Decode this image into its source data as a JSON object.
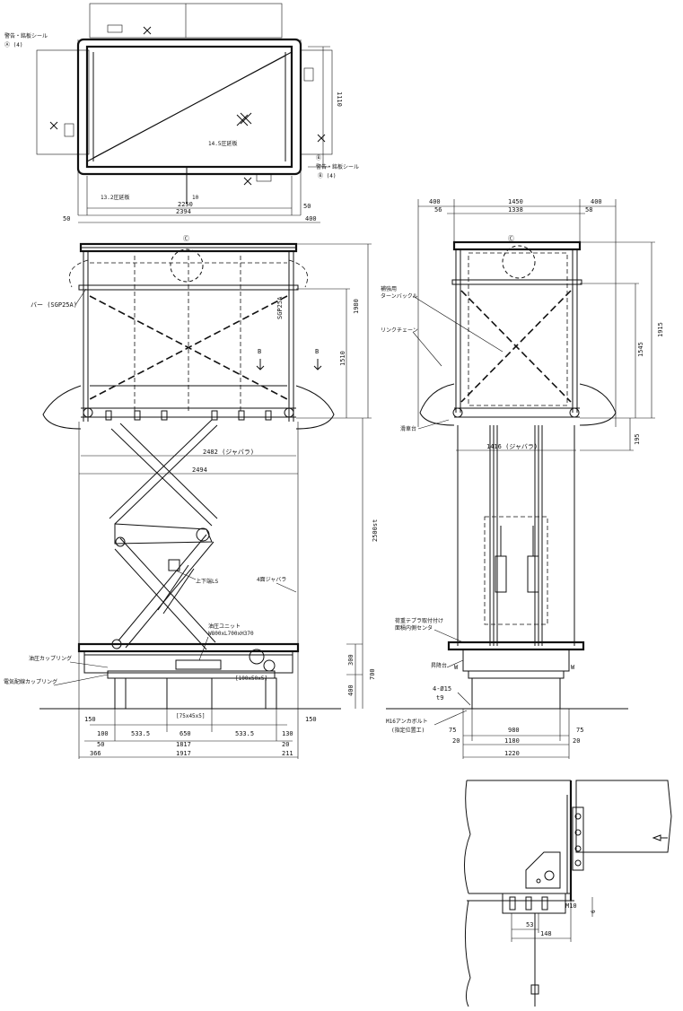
{
  "labels": {
    "seal_a": "警告・銘板シール",
    "seal_a_count": "Ⓐ (4)",
    "seal_b": "警告・銘板シール",
    "seal_b_count": "Ⓑ (4)",
    "circle_a": "Ⓐ",
    "circle_b": "Ⓑ",
    "circle_c": "Ⓒ",
    "grating_14": "14.5圧延板",
    "grating_13": "13.2圧延板",
    "bar": "バー (SGP25A)",
    "sgp": "SGP25A",
    "turnbuckle_1": "補強用",
    "turnbuckle_2": "ターンバックル",
    "link_chain": "リンクチェーン",
    "mark_b": "B",
    "limit_switch": "上下端LS",
    "bellows_4": "4面ジャバラ",
    "hyd_unit": "油圧ユニット",
    "hyd_unit_size": "W800xL700xH370",
    "upper_coupling": "油圧カップリング",
    "lower_coupling": "電気配線カップリング",
    "tube_100": "[100x50x5]",
    "tube_75": "[75x45x5]",
    "tape_1": "荷重テプラ取付付け",
    "tape_2": "面積内側センタ",
    "frame": "昇降台",
    "bolt_a": "4-Ø15",
    "bolt_b": "t9",
    "anchor_1": "M16アンカボルト",
    "anchor_2": "(指定位置工)",
    "roller": "滑車台",
    "mark_w": "W",
    "m10": "M10"
  },
  "dims": {
    "d10": "10",
    "d2250": "2250",
    "d2394": "2394",
    "d50a": "50",
    "d400a": "400",
    "d50b": "50",
    "d1110": "1110",
    "d1980": "1980",
    "d1510": "1510",
    "d2482": "2482 (ジャバラ)",
    "d2494": "2494",
    "d2500": "2500st",
    "d300": "300",
    "d700": "700",
    "d400b": "400",
    "d150a": "150",
    "d150b": "150",
    "d100": "100",
    "d533a": "533.5",
    "d650": "650",
    "d533b": "533.5",
    "d130": "130",
    "d50c": "50",
    "d1817": "1817",
    "d20a": "20",
    "d366": "366",
    "d1917": "1917",
    "d211": "211",
    "d400c": "400",
    "d1450": "1450",
    "d400d": "400",
    "d56": "56",
    "d1338": "1338",
    "d58": "58",
    "d1915": "1915",
    "d1545": "1545",
    "d195": "195",
    "d1416": "1416 (ジャバラ)",
    "d75a": "75",
    "d980": "980",
    "d75b": "75",
    "d20b": "20",
    "d1180": "1180",
    "d20c": "20",
    "d1220": "1220",
    "d53": "53",
    "d148": "148",
    "d6": "6"
  }
}
